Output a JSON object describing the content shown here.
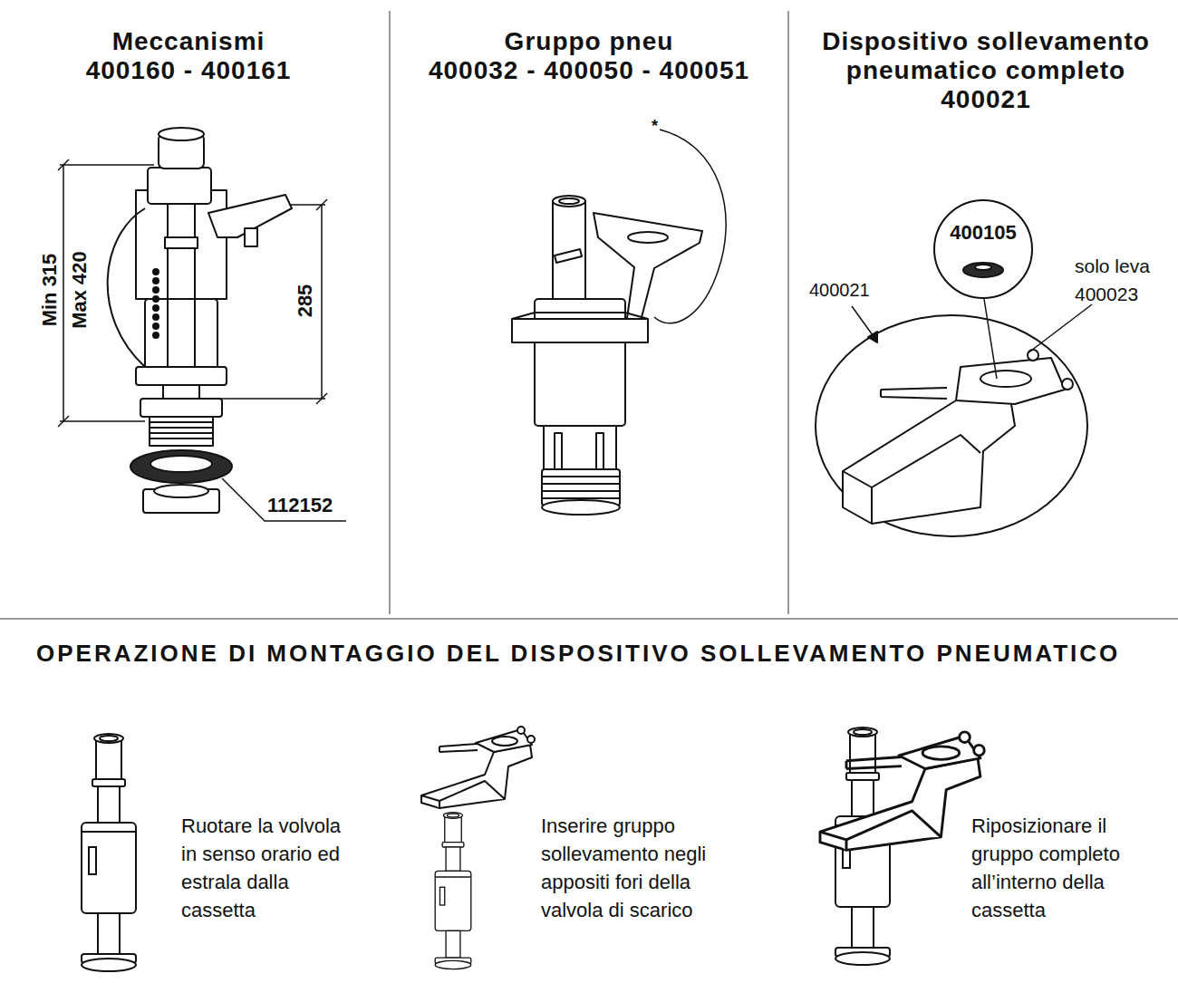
{
  "diagram": {
    "nodes": [
      {
        "text": [
          "400105"
        ]
      }
    ],
    "edges": [],
    "labels": [
      "Meccanismi",
      "400160 - 400161",
      "Gruppo pneu",
      "400032 - 400050 - 400051",
      "Dispositivo sollevamento pneumatico completo",
      "400021",
      "Min 315",
      "Max 420",
      "285",
      "112152",
      "*",
      "400021",
      "solo leva 400023",
      "OPERAZIONE DI MONTAGGIO DEL DISPOSITIVO SOLLEVAMENTO PNEUMATICO",
      "Ruotare la volvola in senso orario ed estrala dalla cassetta",
      "Inserire gruppo sollevamento negli appositi fori della valvola di scarico",
      "Riposizionare il gruppo completo all’interno della cassetta"
    ]
  }
}
